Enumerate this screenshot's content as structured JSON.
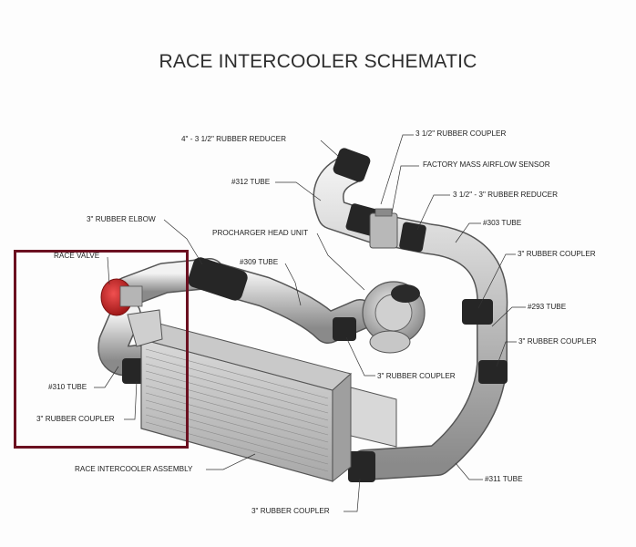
{
  "title": "RACE INTERCOOLER SCHEMATIC",
  "labels": {
    "reducer_4_3_5": "4\" - 3 1/2\" RUBBER REDUCER",
    "coupler_3_5": "3 1/2\" RUBBER COUPLER",
    "mass_airflow": "FACTORY MASS AIRFLOW SENSOR",
    "reducer_3_5_3": "3 1/2\" - 3\" RUBBER REDUCER",
    "tube_312": "#312 TUBE",
    "tube_303": "#303 TUBE",
    "rubber_elbow": "3\" RUBBER ELBOW",
    "procharger": "PROCHARGER HEAD UNIT",
    "race_valve": "RACE VALVE",
    "tube_309": "#309 TUBE",
    "coupler_right_upper": "3\" RUBBER COUPLER",
    "tube_293": "#293 TUBE",
    "coupler_right_mid": "3\" RUBBER COUPLER",
    "coupler_center": "3\" RUBBER COUPLER",
    "tube_310": "#310 TUBE",
    "coupler_left": "3\" RUBBER COUPLER",
    "intercooler_assembly": "RACE INTERCOOLER ASSEMBLY",
    "tube_311": "#311 TUBE",
    "coupler_bottom": "3\" RUBBER COUPLER"
  },
  "colors": {
    "highlight": "#6b1020",
    "race_valve": "#c8242a",
    "coupler": "#262626",
    "tube": "#d4d4d4"
  }
}
